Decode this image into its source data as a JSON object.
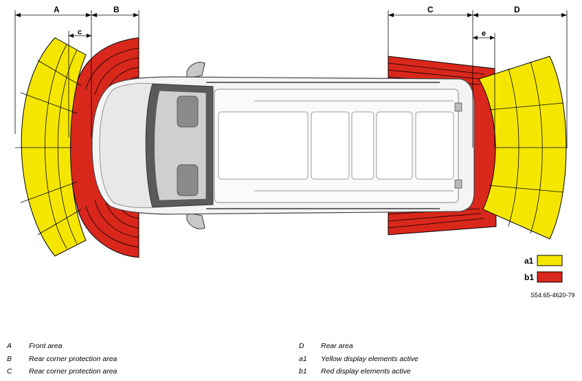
{
  "dimensions": {
    "A": "A",
    "B": "B",
    "c": "c",
    "C": "C",
    "D": "D",
    "e": "e"
  },
  "swatches": [
    {
      "label": "a1",
      "color": "#f5e600"
    },
    {
      "label": "b1",
      "color": "#d9271c"
    }
  ],
  "reference_code": "S54.65-4620-79",
  "legend_left": [
    {
      "key": "A",
      "text": "Front area"
    },
    {
      "key": "B",
      "text": "Rear corner protection area"
    },
    {
      "key": "C",
      "text": "Rear corner protection area"
    }
  ],
  "legend_right": [
    {
      "key": "D",
      "text": "Rear area"
    },
    {
      "key": "a1",
      "text": "Yellow display elements active"
    },
    {
      "key": "b1",
      "text": "Red display elements active"
    }
  ],
  "colors": {
    "yellow": "#f5e600",
    "red": "#d9271c",
    "vehicle_body": "#f4f4f4",
    "outline": "#000000"
  }
}
